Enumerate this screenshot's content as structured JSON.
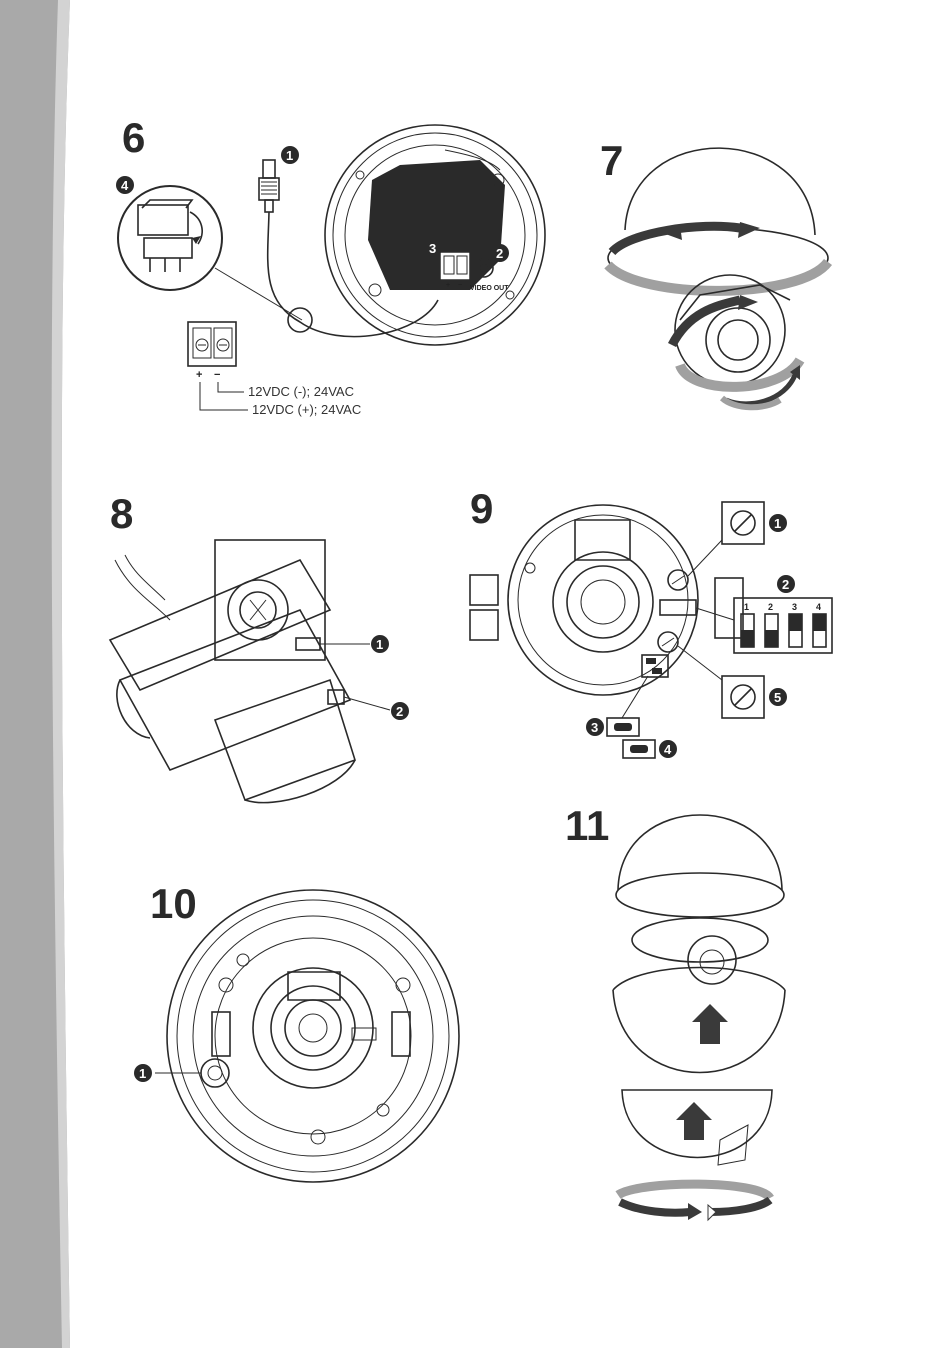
{
  "steps": [
    "6",
    "7",
    "8",
    "9",
    "10",
    "11"
  ],
  "callouts": {
    "one": "1",
    "two": "2",
    "three": "3",
    "four": "4",
    "five": "5"
  },
  "step6": {
    "terminal_plus": "+",
    "terminal_minus": "−",
    "label_negative": "12VDC (-); 24VAC",
    "label_positive": "12VDC (+); 24VAC",
    "video_out": "VIDEO OUT",
    "board_plus": "+",
    "board_minus": "−"
  },
  "step9": {
    "dip_numbers": [
      "1",
      "2",
      "3",
      "4"
    ]
  },
  "colors": {
    "side_band": "#a9a9a9",
    "side_band_light": "#d3d3d3",
    "callout_fill": "#2a2a2a",
    "arrow_dark": "#3a3a3a",
    "arrow_grey": "#a0a0a0"
  }
}
